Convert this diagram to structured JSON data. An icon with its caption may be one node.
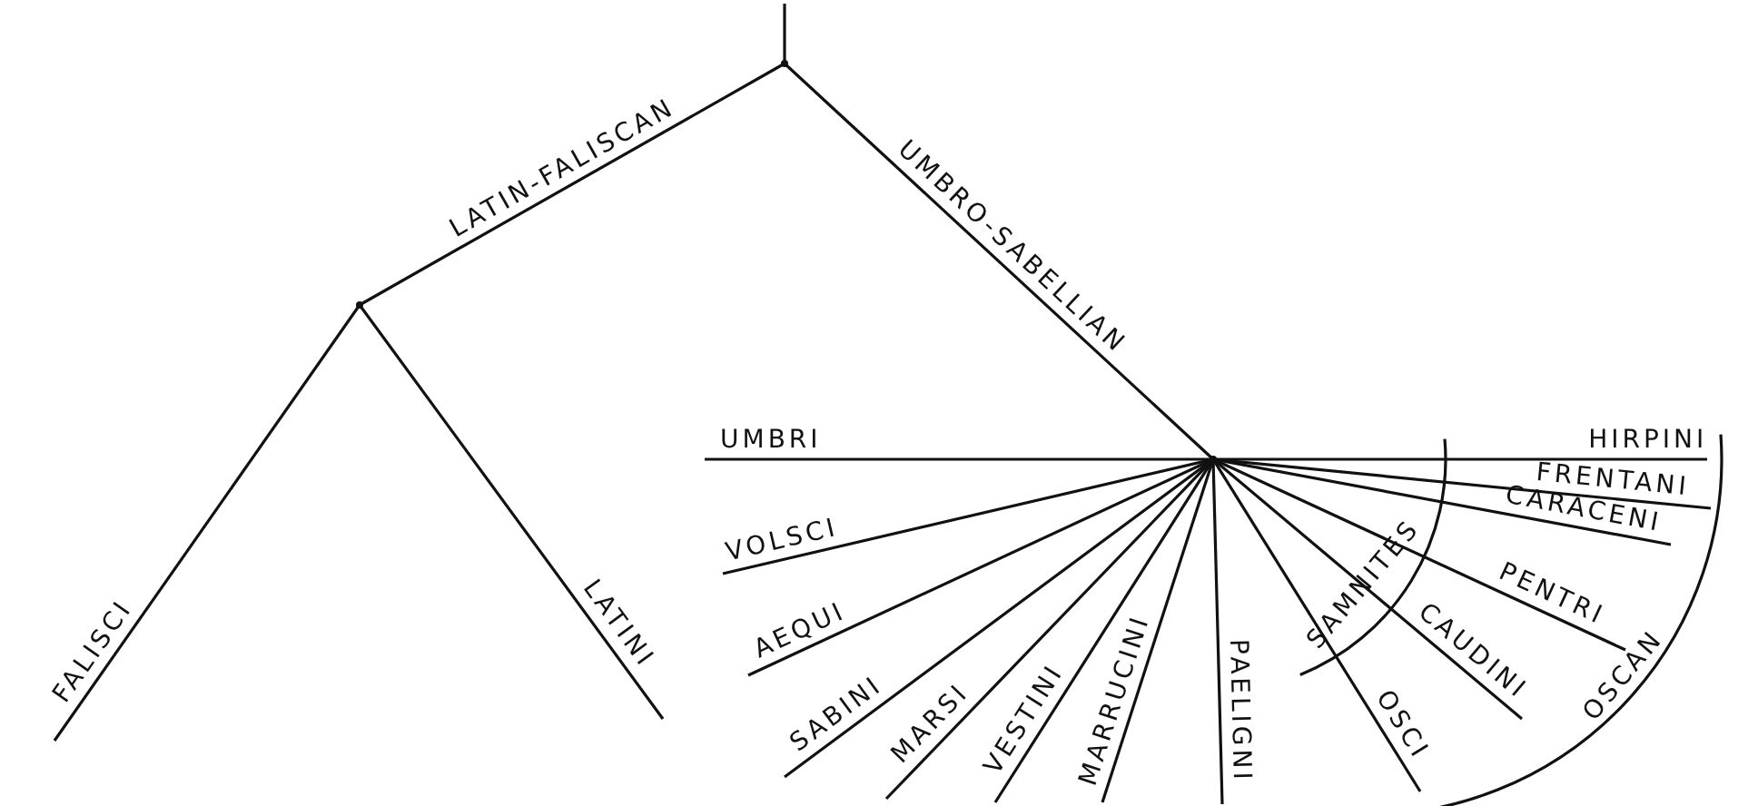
{
  "diagram": {
    "nodes": [
      {
        "text": [],
        "shape": "point"
      },
      {
        "text": [],
        "shape": "point"
      },
      {
        "text": [],
        "shape": "point"
      },
      {
        "text": [
          "FALISCI"
        ]
      },
      {
        "text": [
          "LATINI"
        ]
      },
      {
        "text": [
          "UMBRI"
        ]
      },
      {
        "text": [
          "VOLSCI"
        ]
      },
      {
        "text": [
          "AEQUI"
        ]
      },
      {
        "text": [
          "SABINI"
        ]
      },
      {
        "text": [
          "MARSI"
        ]
      },
      {
        "text": [
          "VESTINI"
        ]
      },
      {
        "text": [
          "MARRUCINI"
        ]
      },
      {
        "text": [
          "PAELIGNI"
        ]
      },
      {
        "text": [
          "OSCI"
        ]
      },
      {
        "text": [
          "CAUDINI"
        ]
      },
      {
        "text": [
          "PENTRI"
        ]
      },
      {
        "text": [
          "CARACENI"
        ]
      },
      {
        "text": [
          "FRENTANI"
        ]
      },
      {
        "text": [
          "HIRPINI"
        ]
      }
    ],
    "edges": [
      {
        "from": null,
        "to": 0,
        "arrow": "none"
      },
      {
        "from": 0,
        "to": 1,
        "arrow": "none",
        "label": "LATIN-FALISCAN"
      },
      {
        "from": 0,
        "to": 2,
        "arrow": "none",
        "label": "UMBRO-SABELLIAN"
      },
      {
        "from": 1,
        "to": 3,
        "arrow": "none"
      },
      {
        "from": 1,
        "to": 4,
        "arrow": "none"
      },
      {
        "from": 2,
        "to": 5,
        "arrow": "none"
      },
      {
        "from": 2,
        "to": 6,
        "arrow": "none"
      },
      {
        "from": 2,
        "to": 7,
        "arrow": "none"
      },
      {
        "from": 2,
        "to": 8,
        "arrow": "none"
      },
      {
        "from": 2,
        "to": 9,
        "arrow": "none"
      },
      {
        "from": 2,
        "to": 10,
        "arrow": "none"
      },
      {
        "from": 2,
        "to": 11,
        "arrow": "none"
      },
      {
        "from": 2,
        "to": 12,
        "arrow": "none"
      },
      {
        "from": 2,
        "to": 13,
        "arrow": "none"
      },
      {
        "from": 2,
        "to": 14,
        "arrow": "none"
      },
      {
        "from": 2,
        "to": 15,
        "arrow": "none"
      },
      {
        "from": 2,
        "to": 16,
        "arrow": "none"
      },
      {
        "from": 2,
        "to": 17,
        "arrow": "none"
      },
      {
        "from": 2,
        "to": 18,
        "arrow": "none"
      }
    ],
    "labels": [
      "SAMNITES",
      "OSCAN"
    ]
  }
}
